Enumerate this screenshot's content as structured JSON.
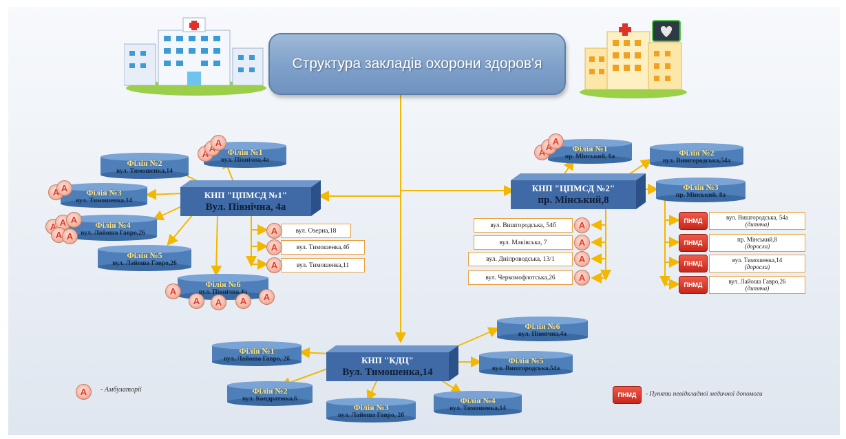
{
  "title": "Структура закладів охорони здоров'я",
  "kmp1": {
    "name": "КНП \"ЦПМСД №1\"",
    "address": "Вул. Північна, 4а"
  },
  "kmp2": {
    "name": "КНП \"ЦПМСД №2\"",
    "address": "пр. Мінський,8"
  },
  "kdc": {
    "name": "КНП \"КДЦ\"",
    "address": "Вул. Тимошенка,14"
  },
  "c1": {
    "f1": {
      "name": "Філія №1",
      "address": "вул. Північна,4а"
    },
    "f2": {
      "name": "Філія №2",
      "address": "вул. Тимошенка,14"
    },
    "f3": {
      "name": "Філія №3",
      "address": "вул. Тимошенка,14"
    },
    "f4": {
      "name": "Філія №4",
      "address": "вул. Лайоша Гавро,26"
    },
    "f5": {
      "name": "Філія №5",
      "address": "вул. Лайоша Гавро,26"
    },
    "f6": {
      "name": "Філія №6",
      "address": "вул. Північна,4а"
    },
    "amb": [
      "вул. Озерна,18",
      "вул. Тимошенка,4б",
      "вул.  Тимошенка,11"
    ]
  },
  "c2": {
    "f1": {
      "name": "Філія №1",
      "address": "пр. Мінський, 6а"
    },
    "f2": {
      "name": "Філія №2",
      "address": "вул. Вишгородська,54а"
    },
    "f3": {
      "name": "Філія №3",
      "address": "пр. Мінський, 8а"
    },
    "amb": [
      "вул. Вишгородська, 54б",
      "вул. Маківська, 7",
      "вул.  Дніпроводська, 13/1",
      "вул.  Черкомофлотська,26"
    ],
    "pnmd": [
      {
        "addr": "вул. Вишгородська, 54а",
        "type": "(дитяча)"
      },
      {
        "addr": "пр. Мінський,8",
        "type": "(доросла)"
      },
      {
        "addr": "вул. Тимошенка,14",
        "type": "(доросла)"
      },
      {
        "addr": "вул. Лайоша Гавро,26",
        "type": "(дитяча)"
      }
    ]
  },
  "c3": {
    "f1": {
      "name": "Філія №1",
      "address": "вул. Лайоша Гавро, 2б"
    },
    "f2": {
      "name": "Філія №2",
      "address": "вул. Кондратюка,6"
    },
    "f3": {
      "name": "Філія №3",
      "address": "вул. Лайоша Гавро, 2б"
    },
    "f4": {
      "name": "Філія №4",
      "address": "вул. Тимошенка,14"
    },
    "f5": {
      "name": "Філія №5",
      "address": "вул. Вишгородська,54а"
    },
    "f6": {
      "name": "Філія №6",
      "address": "вул. Північна,4а"
    }
  },
  "amb_letter": "А",
  "pnmd_label": "ПНМД",
  "legend": {
    "amb": "- Амбулаторії",
    "pnmd": "- Пункти невідкладної медичної допомоги"
  },
  "colors": {
    "arrow": "#f2b800",
    "cylinder": "#4f7fb8",
    "box": "#3f6aa6",
    "title": "#7ea0c9",
    "amb": "#e23b2e",
    "pnmd": "#c8271a"
  }
}
